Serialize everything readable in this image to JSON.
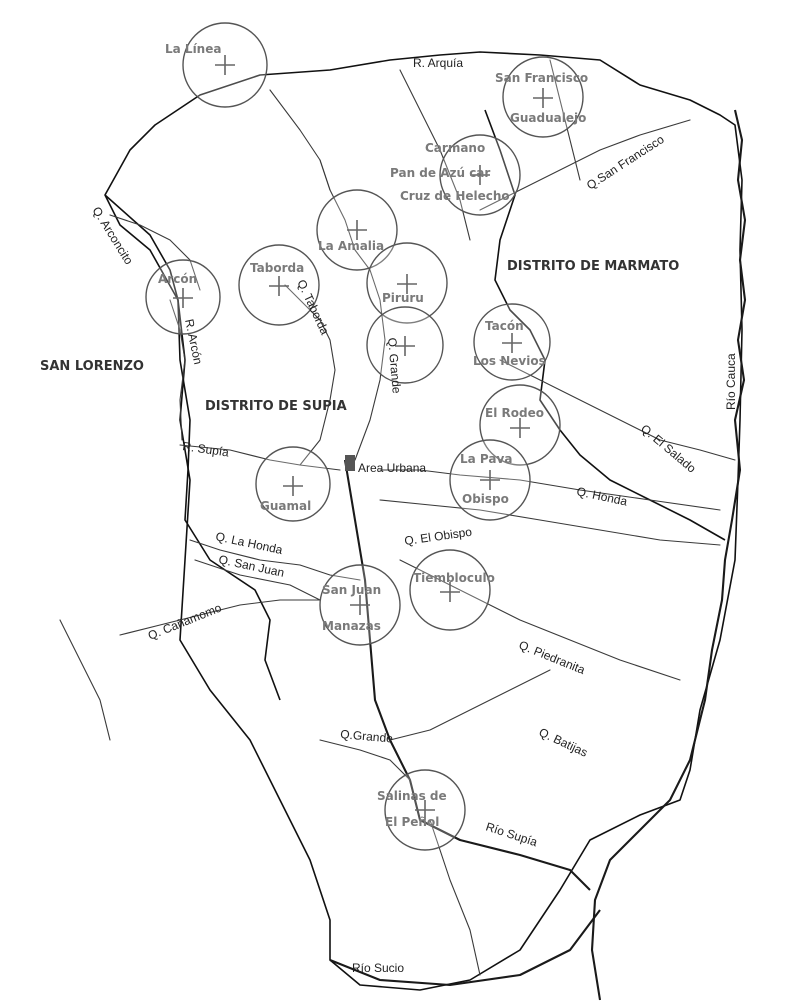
{
  "districts": {
    "marmato": "DISTRITO DE MARMATO",
    "supia": "DISTRITO DE SUPIA",
    "san_lorenzo": "SAN LORENZO"
  },
  "urban_area": "Area Urbana",
  "sites": {
    "la_linea": "La Línea",
    "san_francisco_1": "San Francisco",
    "san_francisco_2": "Guadualejo",
    "carmano_1": "Carmano",
    "carmano_2": "Pan de Azú car",
    "carmano_3": "Cruz de Helecho",
    "la_amalia": "La Amalia",
    "arcon": "Arcón",
    "taborda": "Taborda",
    "piruru": "Piruru",
    "tacon_1": "Tacón",
    "tacon_2": "Los Nevios",
    "el_rodeo": "El Rodeo",
    "la_pava_1": "La Pava",
    "la_pava_2": "Obispo",
    "guamal": "Guamal",
    "tiembloculo": "Tiembloculo",
    "san_juan_1": "San Juan",
    "san_juan_2": "Manazas",
    "salinas_1": "Salinas de",
    "salinas_2": "El Peñol"
  },
  "rivers": {
    "arquia": "R. Arquía",
    "q_san_francisco": "Q.San Francisco",
    "q_arconcito": "Q. Arconcito",
    "r_arcon": "R. Arcón",
    "q_taborda": "Q. Taborda",
    "q_grande_north": "Q. Grande",
    "rio_cauca": "Río Cauca",
    "r_supia": "R. Supía",
    "q_el_salado": "Q. El Salado",
    "q_honda": "Q. Honda",
    "q_el_obispo": "Q. El Obispo",
    "q_la_honda": "Q. La Honda",
    "q_san_juan": "Q. San Juan",
    "q_canamoma": "Q. Cañamomo",
    "q_piedranita": "Q. Piedranita",
    "q_grande": "Q.Grande",
    "q_batijas": "Q. Batijas",
    "rio_supia": "Río Supía",
    "rio_sucio": "Río Sucio"
  }
}
